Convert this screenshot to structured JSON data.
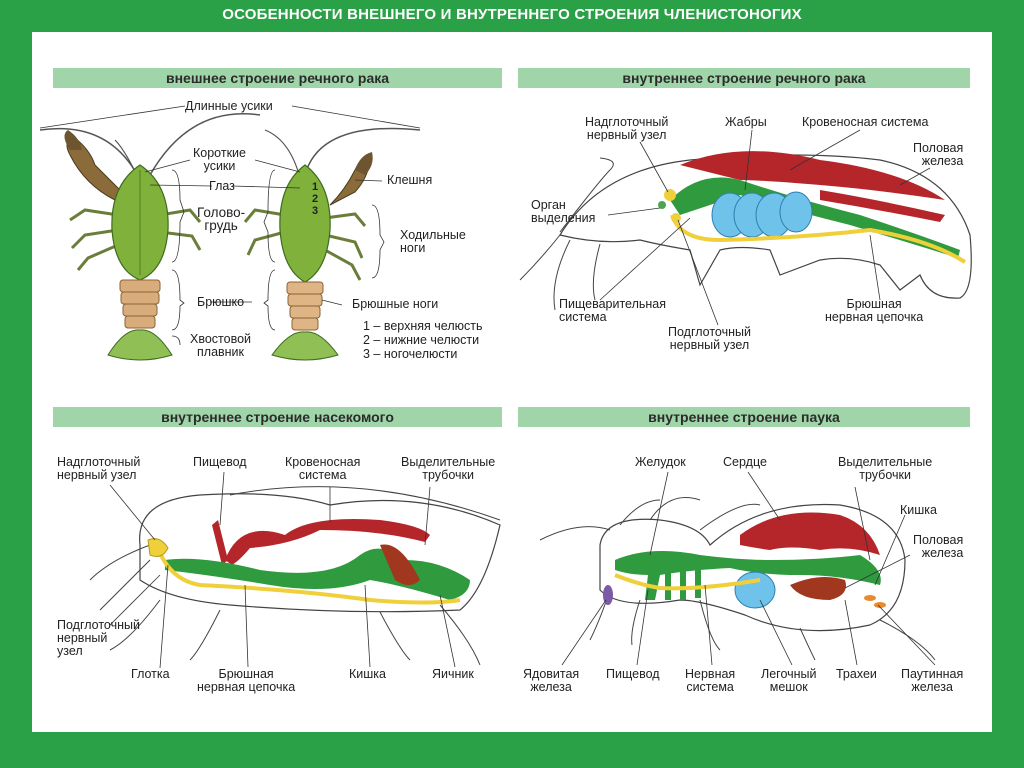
{
  "title": "ОСОБЕННОСТИ ВНЕШНЕГО И ВНУТРЕННЕГО СТРОЕНИЯ ЧЛЕНИСТОНОГИХ",
  "colors": {
    "background": "#2aa147",
    "panel_header": "#9fd5a8",
    "heart": "#b5262b",
    "gut": "#2f9a3e",
    "nerve": "#f0d03a",
    "gills": "#6fc2ea"
  },
  "panels": {
    "crayfish_external": {
      "heading": "внешнее строение речного рака",
      "labels": {
        "long_antennae": "Длинные усики",
        "short_antennae": "Короткие\nусики",
        "eye": "Глаз",
        "cephalothorax": "Голово-\nгрудь",
        "abdomen": "Брюшко",
        "tail_fin": "Хвостовой\nплавник",
        "claw": "Клешня",
        "walking_legs": "Ходильные\nноги",
        "abdominal_legs": "Брюшные ноги",
        "numbers": [
          "1",
          "2",
          "3"
        ],
        "legend": [
          "1 – верхняя челюсть",
          "2 – нижние челюсти",
          "3 – ногочелюсти"
        ]
      }
    },
    "crayfish_internal": {
      "heading": "внутреннее строение речного рака",
      "labels": {
        "supra_ganglion": "Надглоточный\nнервный узел",
        "gills": "Жабры",
        "circulatory": "Кровеносная система",
        "gonad": "Половая\nжелеза",
        "excretory_organ": "Орган\nвыделения",
        "digestive": "Пищеварительная\nсистема",
        "sub_ganglion": "Подглоточный\nнервный узел",
        "nerve_chain": "Брюшная\nнервная цепочка"
      }
    },
    "insect_internal": {
      "heading": "внутреннее строение насекомого",
      "labels": {
        "supra_ganglion": "Надглоточный\nнервный узел",
        "esophagus": "Пищевод",
        "circulatory": "Кровеносная\nсистема",
        "malpighian": "Выделительные\nтрубочки",
        "sub_ganglion": "Подглоточный\nнервный\nузел",
        "pharynx": "Глотка",
        "nerve_chain": "Брюшная\nнервная цепочка",
        "intestine": "Кишка",
        "ovary": "Яичник"
      }
    },
    "spider_internal": {
      "heading": "внутреннее строение паука",
      "labels": {
        "stomach": "Желудок",
        "heart": "Сердце",
        "malpighian": "Выделительные\nтрубочки",
        "intestine": "Кишка",
        "gonad": "Половая\nжелеза",
        "venom_gland": "Ядовитая\nжелеза",
        "esophagus": "Пищевод",
        "nervous_system": "Нервная\nсистема",
        "lung": "Легочный\nмешок",
        "tracheae": "Трахеи",
        "silk_gland": "Паутинная\nжелеза"
      }
    }
  }
}
